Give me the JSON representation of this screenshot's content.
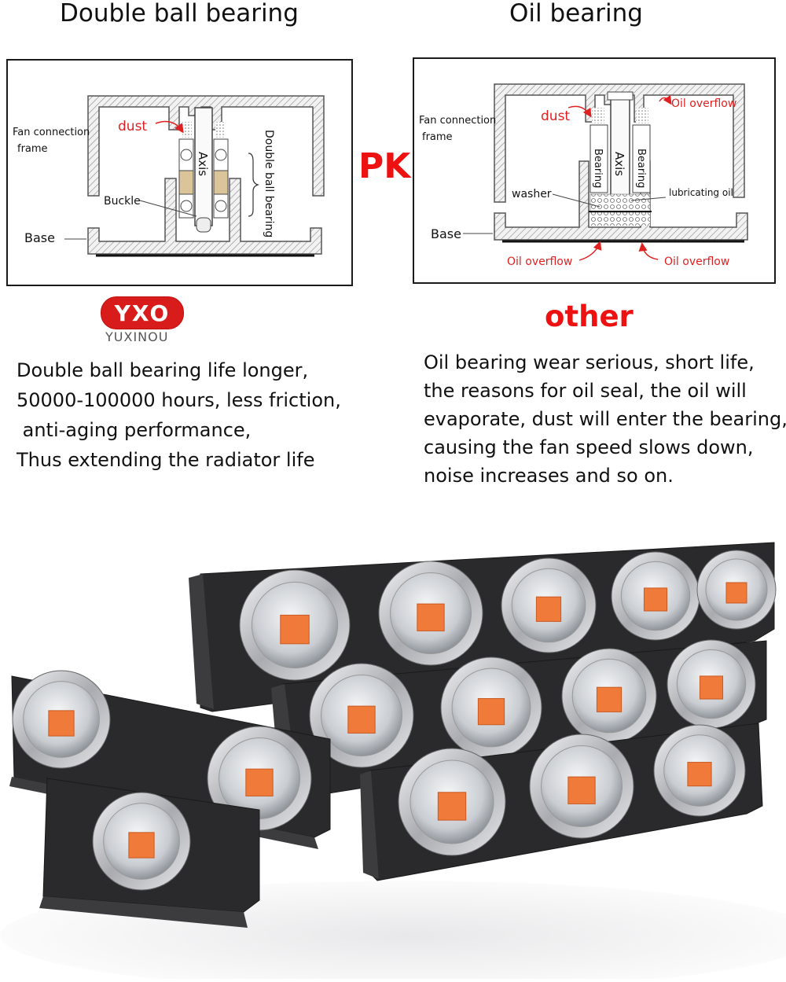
{
  "headings": {
    "left": "Double ball bearing",
    "right": "Oil bearing",
    "vs": "PK"
  },
  "left_diagram": {
    "fan_frame_1": "Fan connection",
    "fan_frame_2": "frame",
    "dust": "dust",
    "axis": "Axis",
    "double_ball": "Double ball bearing",
    "buckle": "Buckle",
    "base": "Base"
  },
  "right_diagram": {
    "fan_frame_1": "Fan connection",
    "fan_frame_2": "frame",
    "dust": "dust",
    "oil_overflow_top": "Oil overflow",
    "bearing_left": "Bearing",
    "axis": "Axis",
    "bearing_right": "Bearing",
    "washer": "washer",
    "lubricating_oil": "lubricating oil",
    "base": "Base",
    "oil_overflow_left": "Oil overflow",
    "oil_overflow_right": "Oil overflow"
  },
  "brand": {
    "logo": "YXO",
    "name": "YUXINOU"
  },
  "other_label": "other",
  "left_text": [
    "Double ball bearing life longer,",
    "50000-100000 hours, less friction,",
    " anti-aging performance,",
    "Thus extending the radiator life"
  ],
  "right_text": [
    "Oil bearing wear serious, short life,",
    "the reasons for oil seal, the oil will",
    "evaporate, dust will enter the bearing,",
    "causing the fan speed slows down,",
    "noise increases and so on."
  ],
  "colors": {
    "accent_red": "#ee1111",
    "panel_dark": "#2a2a2c",
    "led_orange": "#f07a3a"
  }
}
